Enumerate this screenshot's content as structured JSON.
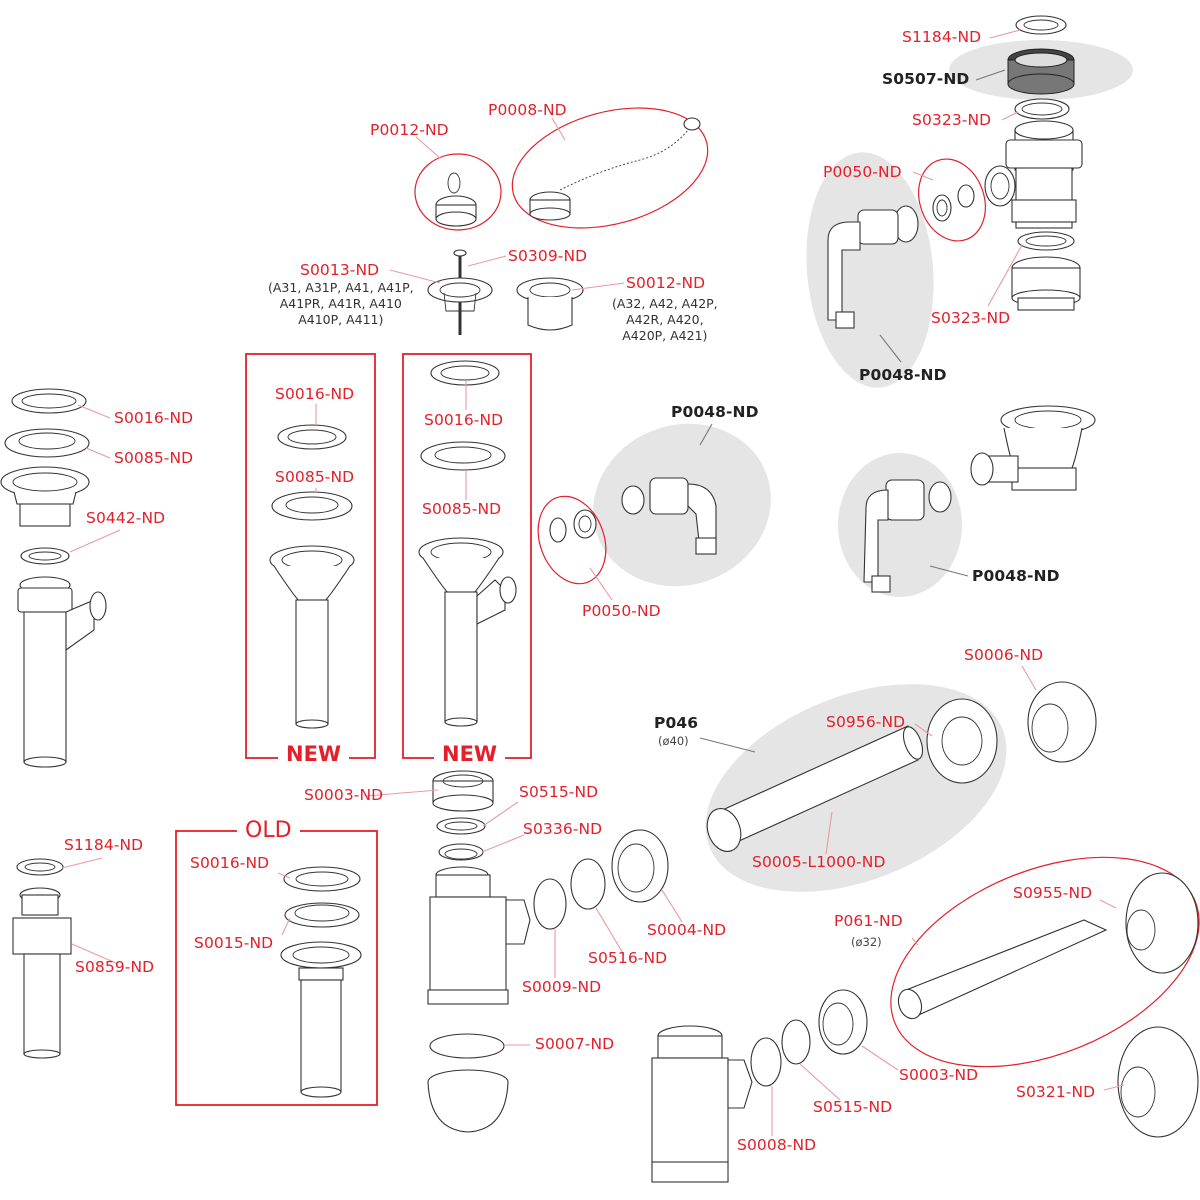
{
  "diagram": {
    "title": "Exploded parts diagram of sink/basin drain and trap components",
    "colors": {
      "label_red": "#e3202a",
      "label_black": "#222222",
      "group_highlight": "#e5e5e5",
      "line_art": "#333333"
    }
  },
  "groups": {
    "new_1": "NEW",
    "new_2": "NEW",
    "old": "OLD"
  },
  "labels": {
    "s1184_top": "S1184-ND",
    "s0507": "S0507-ND",
    "s0323_top": "S0323-ND",
    "p0050_top": "P0050-ND",
    "s0323_bottom": "S0323-ND",
    "p0048_top": "P0048-ND",
    "p0012": "P0012-ND",
    "p0008": "P0008-ND",
    "s0309": "S0309-ND",
    "s0013": "S0013-ND",
    "s0013_note": "(A31, A31P, A41, A41P,\nA41PR, A41R, A410\nA410P, A411)",
    "s0012": "S0012-ND",
    "s0012_note": "(A32, A42, A42P,\nA42R, A420,\nA420P, A421)",
    "left_s0016": "S0016-ND",
    "left_s0085": "S0085-ND",
    "left_s0442": "S0442-ND",
    "new1_s0016": "S0016-ND",
    "new1_s0085": "S0085-ND",
    "new2_s0016": "S0016-ND",
    "new2_s0085": "S0085-ND",
    "p0048_mid": "P0048-ND",
    "p0050_mid": "P0050-ND",
    "p0048_right": "P0048-ND",
    "s0006": "S0006-ND",
    "p046": "P046",
    "p046_note": "(ø40)",
    "s0956": "S0956-ND",
    "s0005": "S0005-L1000-ND",
    "s0003_mid": "S0003-ND",
    "s0515_mid": "S0515-ND",
    "s0336": "S0336-ND",
    "s0004": "S0004-ND",
    "s0516": "S0516-ND",
    "s0009": "S0009-ND",
    "s0007": "S0007-ND",
    "s1184_bottom": "S1184-ND",
    "s0859": "S0859-ND",
    "old_s0016": "S0016-ND",
    "old_s0015": "S0015-ND",
    "s0955": "S0955-ND",
    "p061": "P061-ND",
    "p061_note": "(ø32)",
    "s0003_bottom": "S0003-ND",
    "s0515_bottom": "S0515-ND",
    "s0008": "S0008-ND",
    "s0321": "S0321-ND"
  }
}
